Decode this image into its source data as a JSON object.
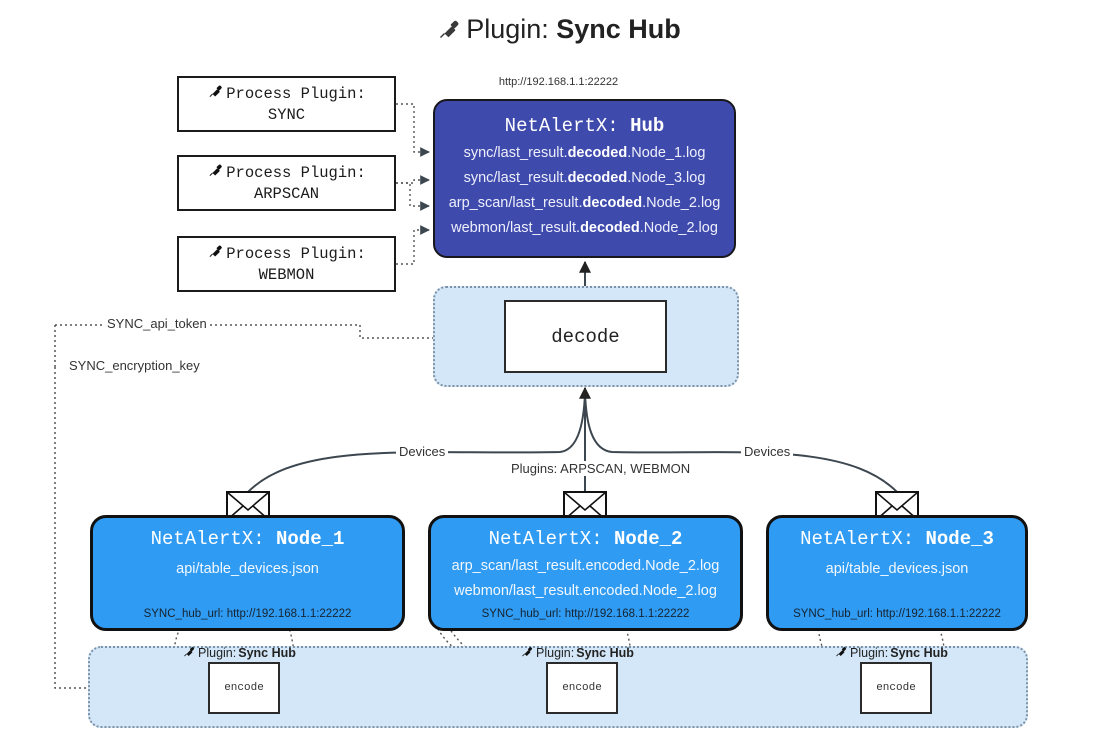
{
  "title": {
    "icon": "plug-icon",
    "prefix": "Plugin: ",
    "name": "Sync Hub"
  },
  "hub_url": "http://192.168.1.1:22222",
  "process_plugins": [
    {
      "icon": "plug-icon",
      "caption": "Process Plugin:",
      "name": "SYNC"
    },
    {
      "icon": "plug-icon",
      "caption": "Process Plugin:",
      "name": "ARPSCAN"
    },
    {
      "icon": "plug-icon",
      "caption": "Process Plugin:",
      "name": "WEBMON"
    }
  ],
  "hub": {
    "title_prefix": "NetAlertX: ",
    "title_name": "Hub",
    "fill": "#3f4aad",
    "lines": [
      {
        "pre": "sync/last_result.",
        "em": "decoded",
        "post": ".Node_1.log"
      },
      {
        "pre": "sync/last_result.",
        "em": "decoded",
        "post": ".Node_3.log"
      },
      {
        "pre": "arp_scan/last_result.",
        "em": "decoded",
        "post": ".Node_2.log"
      },
      {
        "pre": "webmon/last_result.",
        "em": "decoded",
        "post": ".Node_2.log"
      }
    ]
  },
  "decode": {
    "label": "decode",
    "panel_fill": "#d4e7f8"
  },
  "edge_labels": {
    "api_token": "SYNC_api_token",
    "encryption_key": "SYNC_encryption_key",
    "devices_left": "Devices",
    "devices_right": "Devices",
    "plugins_mid": "Plugins: ARPSCAN, WEBMON"
  },
  "nodes": [
    {
      "title_prefix": "NetAlertX: ",
      "title_name": "Node_1",
      "fill": "#2f9bf3",
      "icon": "envelope-icon",
      "lines": [
        "api/table_devices.json"
      ],
      "hub_url_label": "SYNC_hub_url: http://192.168.1.1:22222"
    },
    {
      "title_prefix": "NetAlertX: ",
      "title_name": "Node_2",
      "fill": "#2f9bf3",
      "icon": "envelope-icon",
      "lines": [
        "arp_scan/last_result.encoded.Node_2.log",
        "webmon/last_result.encoded.Node_2.log"
      ],
      "hub_url_label": "SYNC_hub_url: http://192.168.1.1:22222"
    },
    {
      "title_prefix": "NetAlertX: ",
      "title_name": "Node_3",
      "fill": "#2f9bf3",
      "icon": "envelope-icon",
      "lines": [
        "api/table_devices.json"
      ],
      "hub_url_label": "SYNC_hub_url: http://192.168.1.1:22222"
    }
  ],
  "encode_groups": [
    {
      "plugin_prefix": "Plugin: ",
      "plugin_name": "Sync Hub",
      "box_label": "encode",
      "icon": "plug-icon"
    },
    {
      "plugin_prefix": "Plugin: ",
      "plugin_name": "Sync Hub",
      "box_label": "encode",
      "icon": "plug-icon"
    },
    {
      "plugin_prefix": "Plugin: ",
      "plugin_name": "Sync Hub",
      "box_label": "encode",
      "icon": "plug-icon"
    }
  ]
}
